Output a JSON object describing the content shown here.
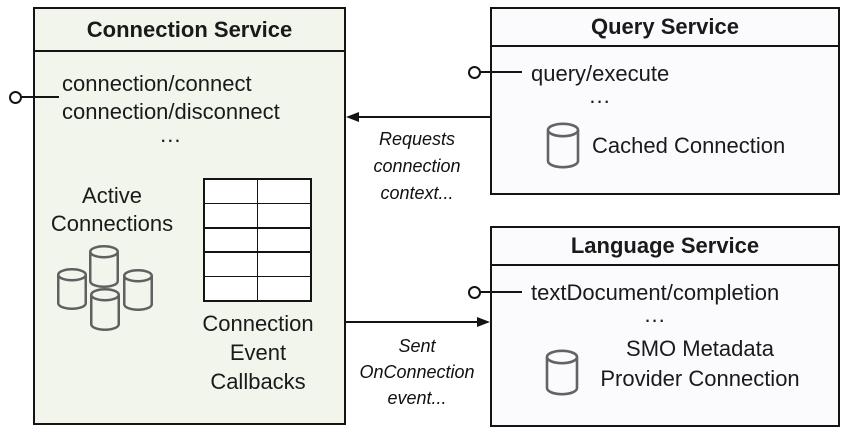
{
  "connection_service": {
    "title": "Connection Service",
    "methods": [
      "connection/connect",
      "connection/disconnect",
      "..."
    ],
    "active_connections_label": [
      "Active",
      "Connections"
    ],
    "callbacks_label": [
      "Connection",
      "Event",
      "Callbacks"
    ],
    "callback_table": {
      "rows": 5,
      "cols": 2
    }
  },
  "query_service": {
    "title": "Query Service",
    "methods": [
      "query/execute",
      "..."
    ],
    "connection_label": "Cached Connection"
  },
  "language_service": {
    "title": "Language Service",
    "methods": [
      "textDocument/completion",
      "..."
    ],
    "connection_label": [
      "SMO Metadata",
      "Provider Connection"
    ]
  },
  "annotations": {
    "requests": [
      "Requests",
      "connection",
      "context..."
    ],
    "sent": [
      "Sent",
      "OnConnection",
      "event..."
    ]
  },
  "icons": {
    "cluster": "database-cluster-icon",
    "database": "database-cylinder-icon",
    "interface": "lollipop-interface-icon"
  },
  "colors": {
    "connection_box_bg": "#f2f5eb",
    "service_box_bg": "#fbfbfd",
    "border": "#141414",
    "cylinder_stroke": "#606060"
  }
}
